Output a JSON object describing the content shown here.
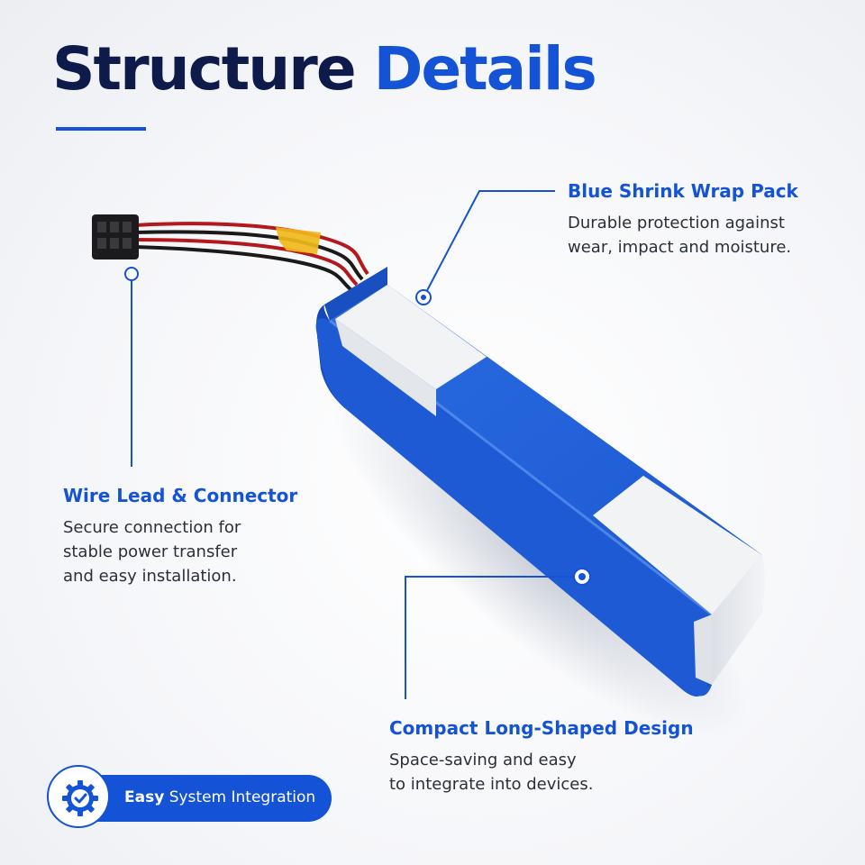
{
  "header": {
    "title_part1": "Structure",
    "title_part2": "Details"
  },
  "callouts": [
    {
      "title": "Blue Shrink Wrap Pack",
      "lines": [
        "Durable protection against",
        "wear, impact and moisture."
      ]
    },
    {
      "title": "Wire Lead & Connector",
      "lines": [
        "Secure connection for",
        "stable power transfer",
        "and easy installation."
      ]
    },
    {
      "title": "Compact Long-Shaped Design",
      "lines": [
        "Space-saving and easy",
        "to integrate into devices."
      ]
    }
  ],
  "badge": {
    "label_bold": "Easy",
    "label_rest": " System Integration",
    "icon": "gear-check-icon"
  },
  "colors": {
    "accent": "#1452d6",
    "title_dark": "#0e1a4a",
    "battery_blue": "#1d5fd8",
    "label_white": "#f2f3f5",
    "tape_yellow": "#f0b81c"
  },
  "icons": {
    "marker": "callout-dot-icon",
    "connector": "connector-plug-icon"
  }
}
